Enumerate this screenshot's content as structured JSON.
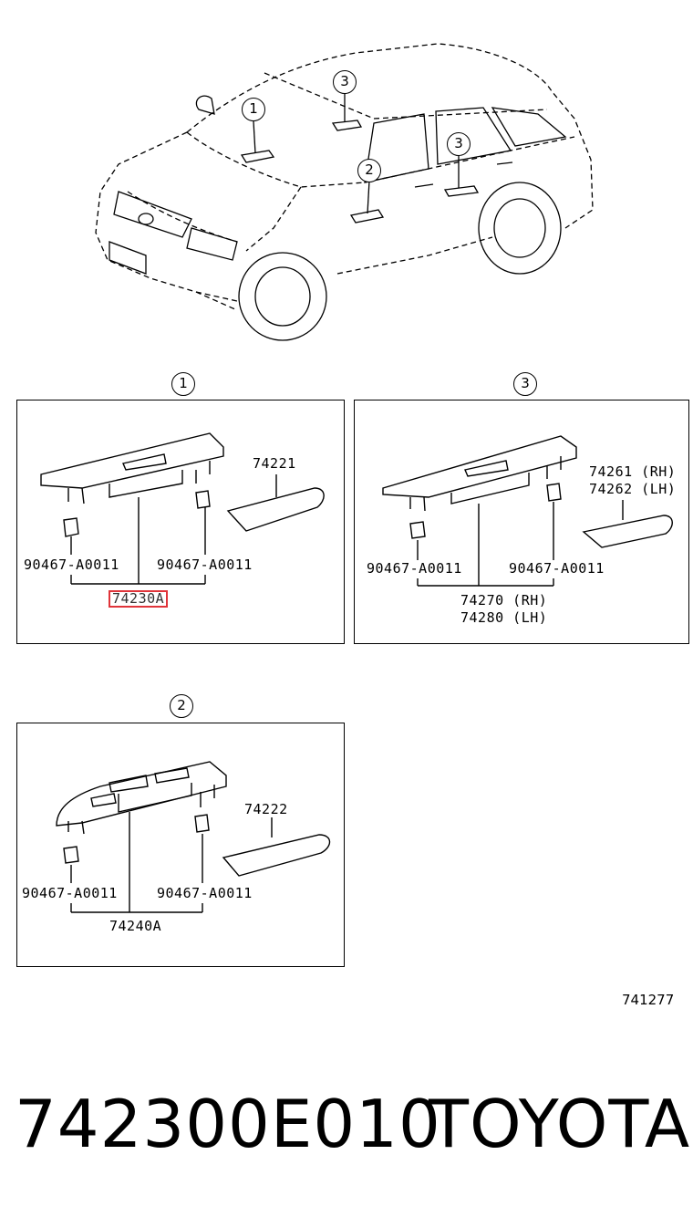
{
  "callouts": {
    "one": "1",
    "two": "2",
    "three": "3"
  },
  "car_callouts": [
    "1",
    "3",
    "2",
    "3"
  ],
  "panel1": {
    "part_pad": "74221",
    "clip_left": "90467-A0011",
    "clip_right": "90467-A0011",
    "main_part": "74230A"
  },
  "panel3": {
    "pad_rh": "74261 (RH)",
    "pad_lh": "74262 (LH)",
    "clip_left": "90467-A0011",
    "clip_right": "90467-A0011",
    "main_rh": "74270 (RH)",
    "main_lh": "74280 (LH)"
  },
  "panel2": {
    "part_pad": "74222",
    "clip_left": "90467-A0011",
    "clip_right": "90467-A0011",
    "main_part": "74240A"
  },
  "diagram_ref": "741277",
  "footer": {
    "part_number": "742300E010",
    "brand": "TOYOTA"
  },
  "colors": {
    "highlight": "#e0343a",
    "line": "#000000"
  }
}
